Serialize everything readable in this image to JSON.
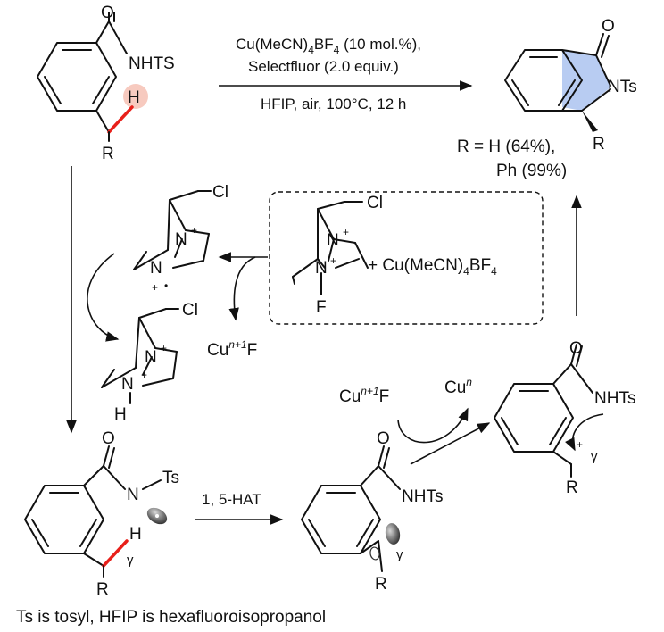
{
  "reaction": {
    "conditions_line1_a": "Cu(MeCN)",
    "conditions_line1_sub": "4",
    "conditions_line1_b": "BF",
    "conditions_line1_sub2": "4",
    "conditions_line1_c": " (10 mol.%),",
    "conditions_line2": "Selectfluor (2.0 equiv.)",
    "conditions_line3": "HFIP, air, 100°C, 12 h"
  },
  "labels": {
    "nhts": "NHTS",
    "h": "H",
    "r": "R",
    "o": "O",
    "nts": "NTs",
    "nhts2": "NHTs",
    "ts": "Ts",
    "n": "N",
    "cl": "Cl",
    "f": "F",
    "plus": "+",
    "dot": "•",
    "gamma": "γ",
    "cu": "Cu",
    "cu_sup": "n+1",
    "cu_sup_n": "n",
    "f_after": "F",
    "hat": "1, 5-HAT"
  },
  "yields": {
    "line1": "R = H (64%),",
    "line2": "Ph (99%)"
  },
  "catalyst": {
    "prefix": "+ Cu(MeCN)",
    "sub": "4",
    "mid": "BF",
    "sub2": "4"
  },
  "footnote": "Ts is tosyl, HFIP is hexafluoroisopropanol"
}
